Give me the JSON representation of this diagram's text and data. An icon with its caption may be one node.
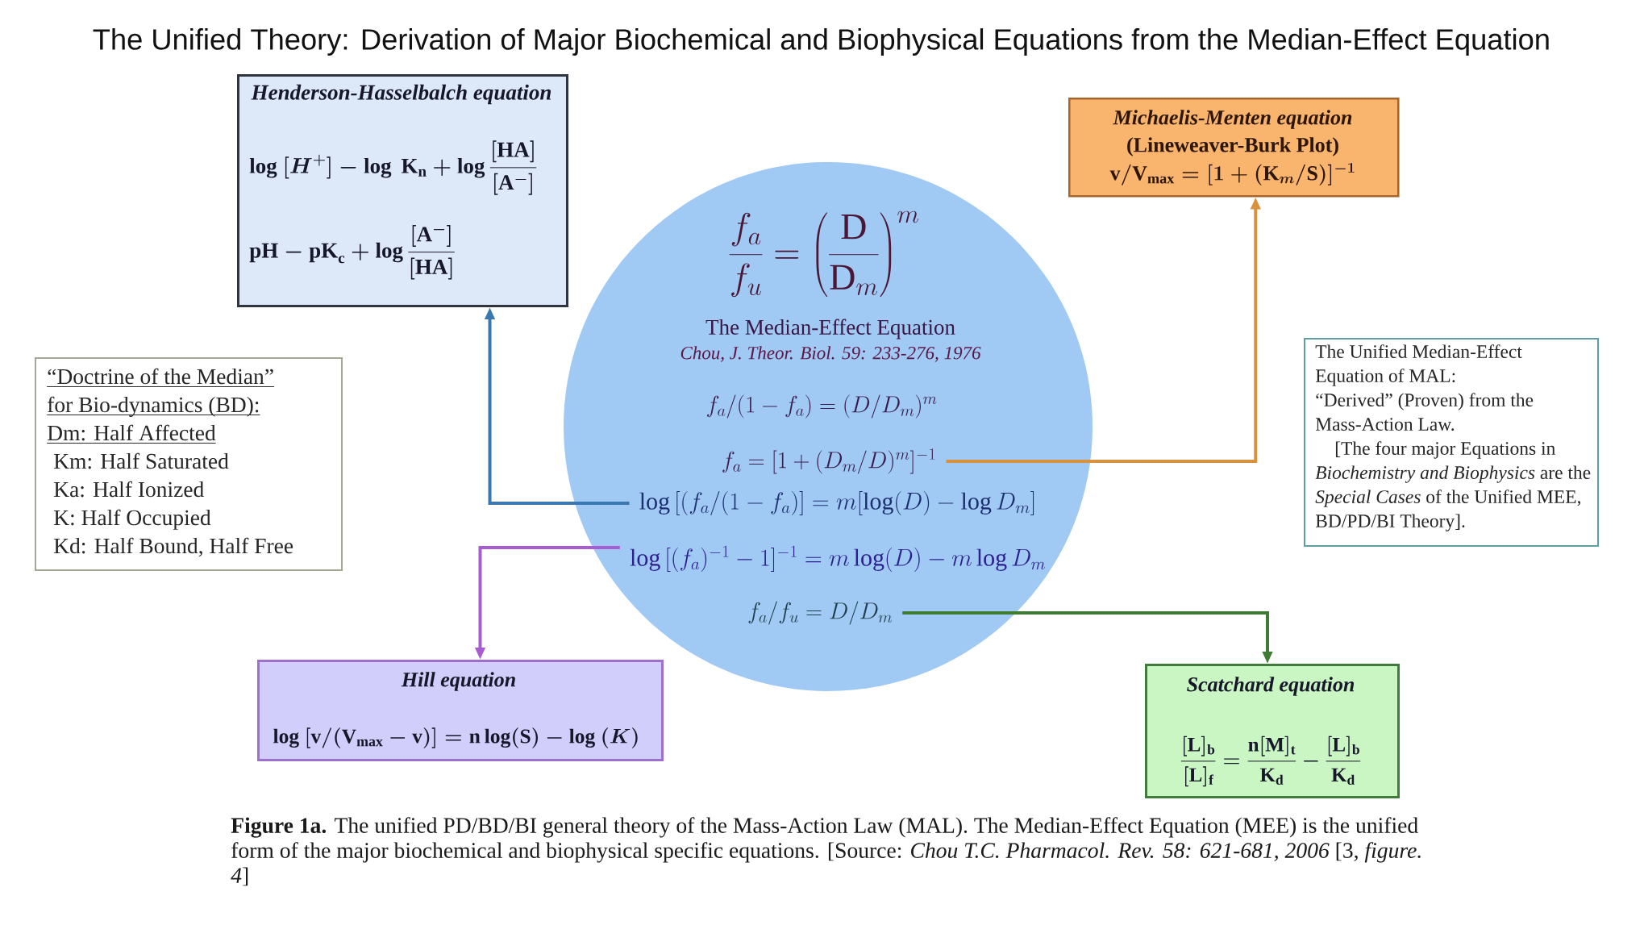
{
  "diagram": {
    "title": "The Unified Theory: Derivation of Major Biochemical and Biophysical Equations from the Median-Effect Equation",
    "caption": "**Figure 1a.** The unified PD/BD/BI general theory of the Mass-Action Law (MAL). The Median-Effect Equation (MEE) is the unified form of the major biochemical and biophysical specific equations. [Source: *Chou T.C. Pharmacol. Rev. 58: 621-681, 2006* [3, *figure. 4*]",
    "nodes": [
      {
        "text": [
          "Henderson-Hasselbalch equation",
          "\\log\\ [H^{+}] - \\log\\ \\mathrm{K}_{\\mathrm{n}} + \\log\\frac{[\\mathrm{HA}]}{[\\mathrm{A}^{-}]}",
          "\\mathrm{pH} - \\mathrm{pK}_{\\mathrm{c}} + \\log\\frac{[\\mathrm{A}^{-}]}{[\\mathrm{HA}]}"
        ]
      },
      {
        "text": [
          "Michaelis-Menten equation",
          "(Lineweaver-Burk Plot)",
          "\\mathrm{v}/\\mathrm{V}_{\\mathrm{max}} = [1+(\\mathrm{K}_{m}/\\mathrm{S})]^{-1}"
        ]
      },
      {
        "text": [
          "\\frac{f_a}{f_u} = \\left(\\frac{\\mathrm{D}}{\\mathrm{D}_m}\\right)^{m}",
          "The Median-Effect Equation",
          "Chou, J. Theor. Biol. 59: 233-276, 1976",
          "f_a/(1-f_a) = (D/D_m)^{m}"
        ]
      },
      {
        "text": [
          "f_a = [1+(D_m/D)^{m}]^{-1}"
        ],
        "in": 2
      },
      {
        "text": [
          "\\log\\,[(f_a/(1-f_a)] = m[\\log(D) - \\log D_m]"
        ],
        "in": 2
      },
      {
        "text": [
          "\\log\\,[(f_a)^{-1}-1]^{-1} = m\\log(D) - m\\log D_m"
        ],
        "in": 2
      },
      {
        "text": [
          "f_a/f_u = D/D_m"
        ],
        "in": 2
      },
      {
        "text": [
          "“Doctrine of the Median” for Bio-dynamics (BD):",
          "Dm: Half Affected",
          "Km: Half Saturated",
          "Ka: Half Ionized",
          "K: Half Occupied",
          "Kd: Half Bound, Half Free"
        ]
      },
      {
        "text": [
          "The Unified Median-Effect Equation of MAL:",
          "“Derived” (Proven) from the Mass-Action Law.",
          "[The four major Equations in *Biochemistry and Biophysics* are the *Special Cases* of the Unified MEE, BD/PD/BI Theory]."
        ]
      },
      {
        "text": [
          "Hill equation",
          "\\log\\ [\\mathrm{v}/(\\mathrm{V}_{\\mathrm{max}}-\\mathrm{v})] = \\mathrm{n}\\log(\\mathrm{S}) - \\log\\ (K)"
        ]
      },
      {
        "text": [
          "Scatchard equation",
          "\\frac{[\\mathrm{L}]_{\\mathrm{b}}}{[\\mathrm{L}]_{\\mathrm{f}}} = \\frac{\\mathrm{n}[\\mathrm{M}]_{\\mathrm{t}}}{\\mathrm{K}_{\\mathrm{d}}} - \\frac{[\\mathrm{L}]_{\\mathrm{b}}}{\\mathrm{K}_{\\mathrm{d}}}"
        ]
      }
    ],
    "edges": [
      {
        "from": 4,
        "to": 0,
        "arrow": "to",
        "color": "#3a78b2"
      },
      {
        "from": 3,
        "to": 1,
        "arrow": "to",
        "color": "#d8913c"
      },
      {
        "from": 5,
        "to": 9,
        "arrow": "to",
        "color": "#a85cd2"
      },
      {
        "from": 6,
        "to": 10,
        "arrow": "to",
        "color": "#3e7b35"
      }
    ]
  }
}
